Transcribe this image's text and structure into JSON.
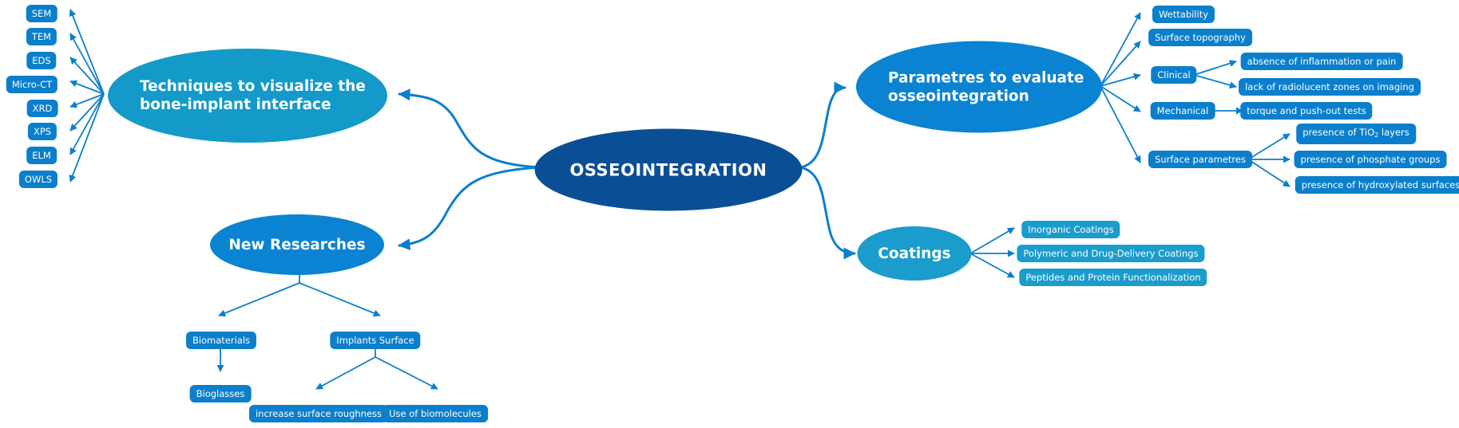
{
  "center": "OSSEOINTEGRATION",
  "techniques": {
    "title_line1": "Techniques to visualize the",
    "title_line2": "bone-implant interface",
    "items": [
      "SEM",
      "TEM",
      "EDS",
      "Micro-CT",
      "XRD",
      "XPS",
      "ELM",
      "OWLS"
    ]
  },
  "new_researches": {
    "title": "New Researches",
    "biomaterials": "Biomaterials",
    "bioglasses": "Bioglasses",
    "implants_surface": "Implants Surface",
    "roughness": "increase surface roughness",
    "biomolecules": "Use of biomolecules"
  },
  "parameters": {
    "title_line1": "Parametres to evaluate",
    "title_line2": "osseointegration",
    "wettability": "Wettability",
    "topography": "Surface topography",
    "clinical": "Clinical",
    "clinical_items": [
      "absence of inflammation or pain",
      "lack of radiolucent zones on imaging"
    ],
    "mechanical": "Mechanical",
    "mechanical_item": "torque and push-out tests",
    "surface": "Surface parametres",
    "surface_item1_pre": "presence of TiO",
    "surface_item1_sub": "2",
    "surface_item1_post": " layers",
    "surface_items_rest": [
      "presence of phosphate groups",
      "presence of hydroxylated surfaces"
    ]
  },
  "coatings": {
    "title": "Coatings",
    "items": [
      "Inorganic Coatings",
      "Polymeric and Drug-Delivery Coatings",
      "Peptides and Protein Functionalization"
    ]
  }
}
